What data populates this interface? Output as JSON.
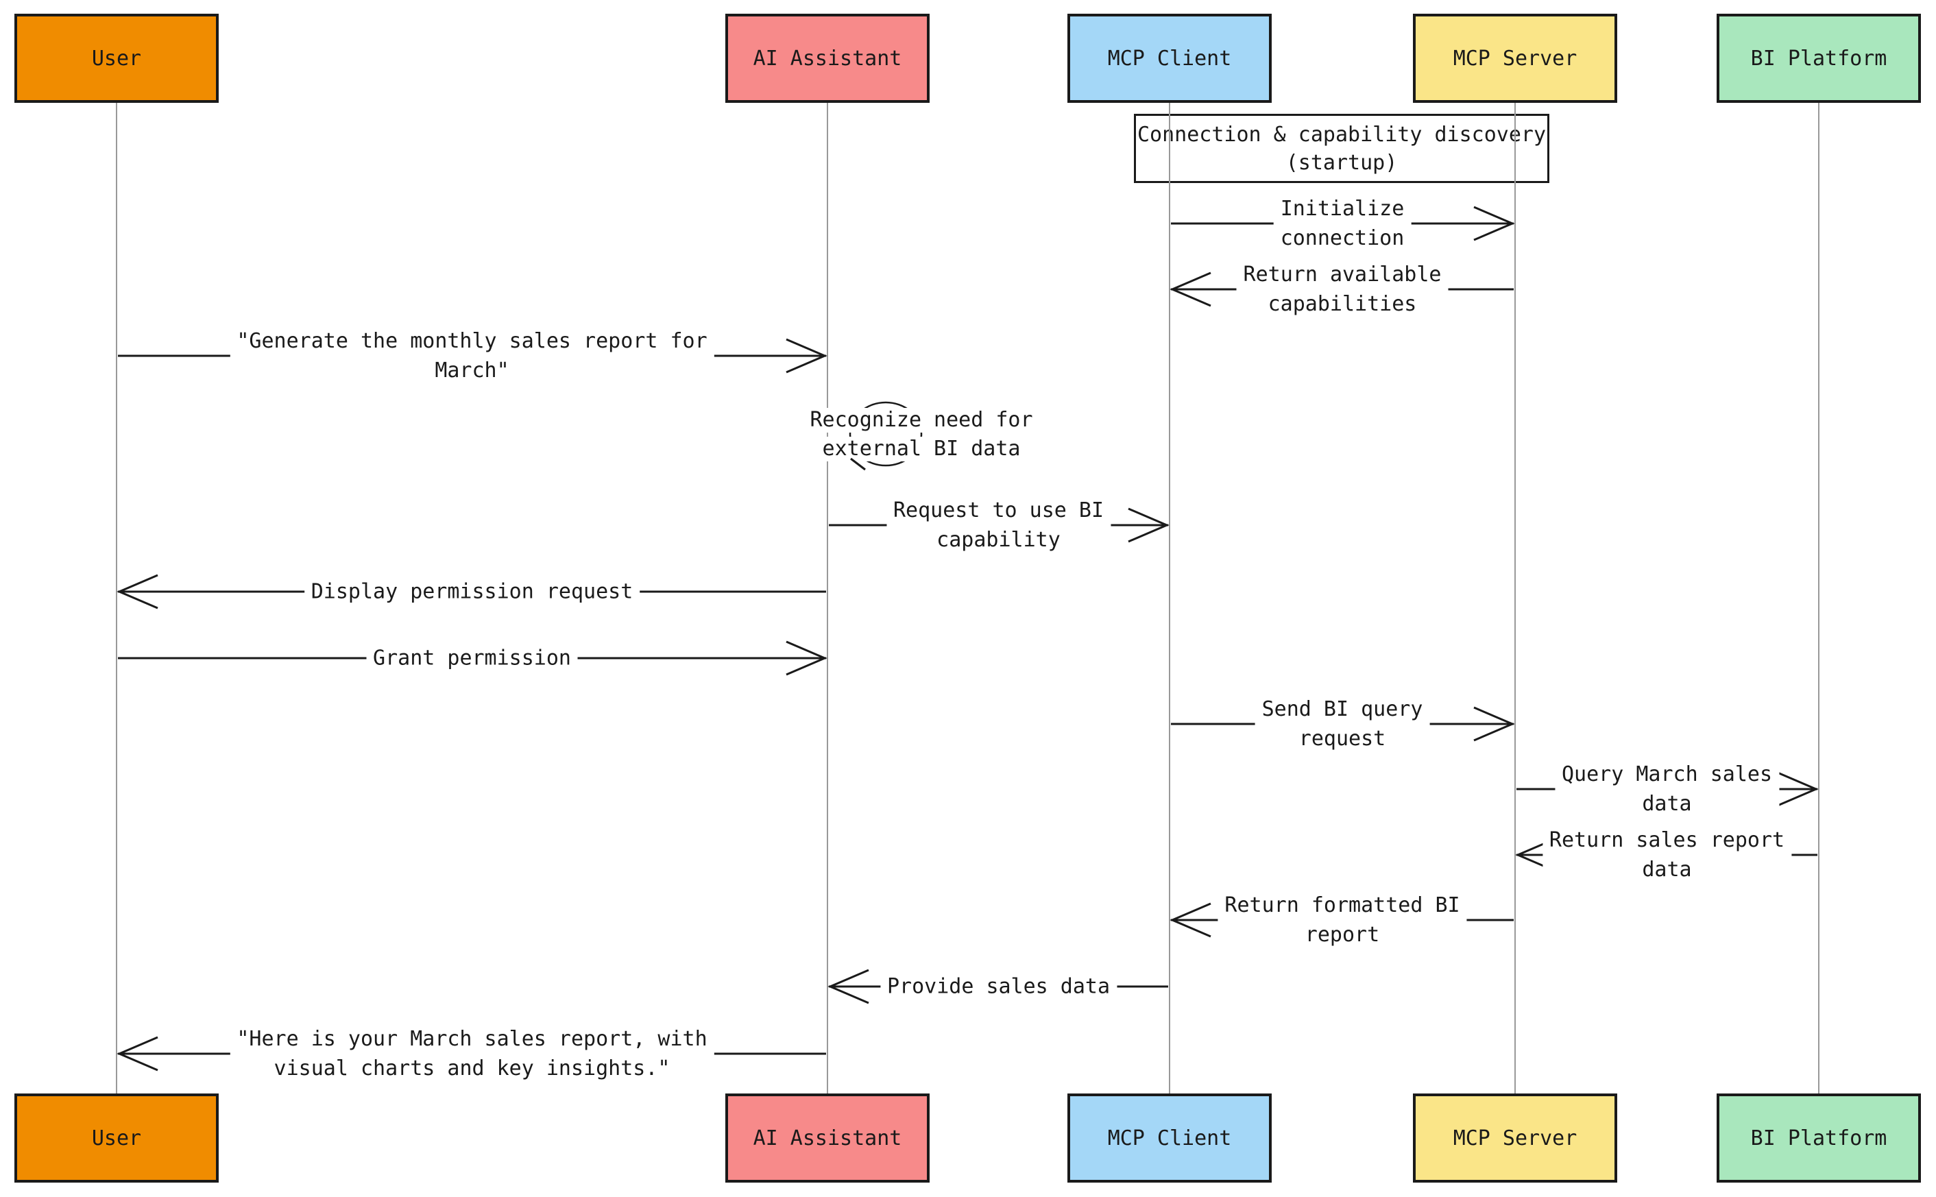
{
  "diagram": {
    "kind": "sequence-diagram",
    "actors": [
      {
        "id": "user",
        "label": "User",
        "fill": "#F08C00"
      },
      {
        "id": "ai-assistant",
        "label": "AI Assistant",
        "fill": "#F78A8A"
      },
      {
        "id": "mcp-client",
        "label": "MCP Client",
        "fill": "#A4D7F7"
      },
      {
        "id": "mcp-server",
        "label": "MCP Server",
        "fill": "#FAE588"
      },
      {
        "id": "bi-platform",
        "label": "BI Platform",
        "fill": "#A9E7BD"
      }
    ],
    "note": {
      "over": [
        "mcp-client",
        "mcp-server"
      ],
      "lines": [
        "Connection & capability discovery",
        "(startup)"
      ]
    },
    "messages": [
      {
        "from": "mcp-client",
        "to": "mcp-server",
        "lines": [
          "Initialize",
          "connection"
        ]
      },
      {
        "from": "mcp-server",
        "to": "mcp-client",
        "lines": [
          "Return available",
          "capabilities"
        ]
      },
      {
        "from": "user",
        "to": "ai-assistant",
        "lines": [
          "\"Generate the monthly sales report for",
          "March\""
        ]
      },
      {
        "type": "self",
        "actor": "ai-assistant",
        "lines": [
          "Recognize need for",
          "external BI data"
        ]
      },
      {
        "from": "ai-assistant",
        "to": "mcp-client",
        "lines": [
          "Request to use BI",
          "capability"
        ]
      },
      {
        "from": "ai-assistant",
        "to": "user",
        "lines": [
          "Display permission request"
        ]
      },
      {
        "from": "user",
        "to": "ai-assistant",
        "lines": [
          "Grant permission"
        ]
      },
      {
        "from": "mcp-client",
        "to": "mcp-server",
        "lines": [
          "Send BI query",
          "request"
        ]
      },
      {
        "from": "mcp-server",
        "to": "bi-platform",
        "lines": [
          "Query March sales",
          "data"
        ]
      },
      {
        "from": "bi-platform",
        "to": "mcp-server",
        "lines": [
          "Return sales report",
          "data"
        ]
      },
      {
        "from": "mcp-server",
        "to": "mcp-client",
        "lines": [
          "Return formatted BI",
          "report"
        ]
      },
      {
        "from": "mcp-client",
        "to": "ai-assistant",
        "lines": [
          "Provide sales data"
        ]
      },
      {
        "from": "ai-assistant",
        "to": "user",
        "lines": [
          "\"Here is your March sales report, with",
          "visual charts and key insights.\""
        ]
      }
    ],
    "colors": {
      "message_line": "#1A1A1A",
      "lifeline": "#999999",
      "border": "#1A1A1A",
      "note_fill": "#FFFFFF",
      "background": "#FFFFFF",
      "text": "#1A1A1A"
    }
  }
}
